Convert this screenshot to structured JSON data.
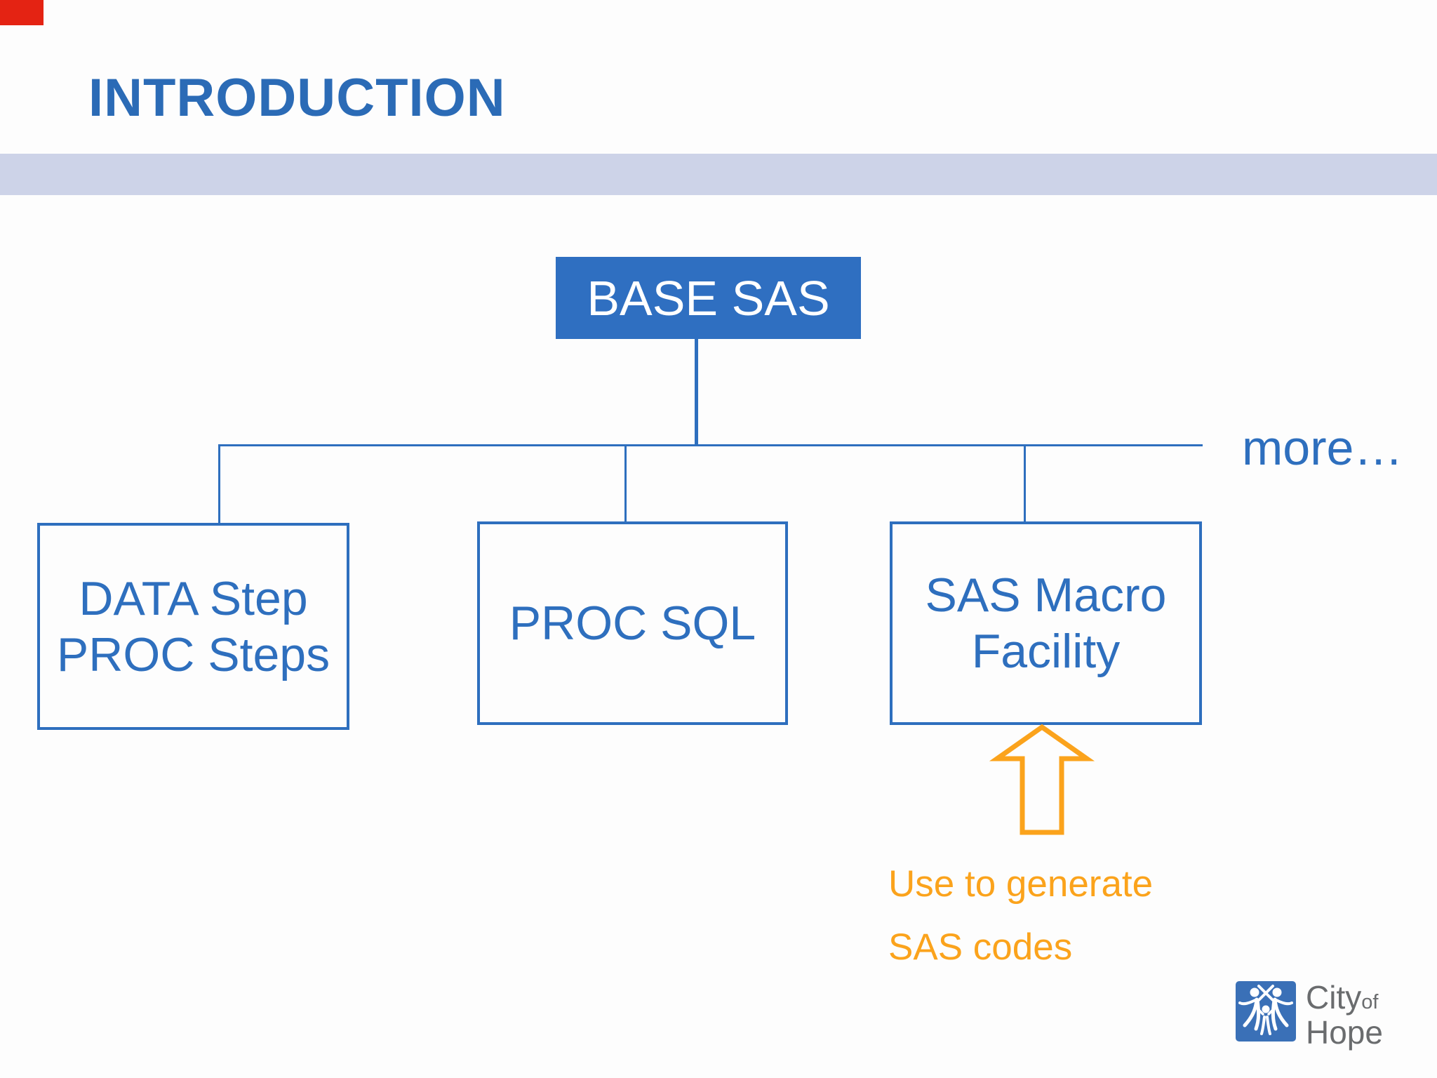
{
  "slide": {
    "title": "INTRODUCTION",
    "colors": {
      "title_blue": "#2b6bb6",
      "box_fill_blue": "#2f6fc1",
      "line_blue": "#2e6fbe",
      "band_lavender": "#cdd3e8",
      "accent_orange": "#fba31c",
      "corner_red": "#e42313",
      "logo_blue": "#3a70b7",
      "logo_gray": "#6a6c6e"
    }
  },
  "diagram": {
    "root": {
      "label": "BASE SAS"
    },
    "children": [
      {
        "lines": [
          "DATA Step",
          "PROC Steps"
        ]
      },
      {
        "lines": [
          "PROC SQL"
        ]
      },
      {
        "lines": [
          "SAS Macro",
          "Facility"
        ]
      }
    ],
    "more_label": "more…"
  },
  "annotation": {
    "arrow_icon": "up-block-arrow",
    "lines": [
      "Use to generate",
      "SAS codes"
    ]
  },
  "logo": {
    "city": "City",
    "of": "of",
    "hope": "Hope",
    "mark_icon": "city-of-hope-figures"
  }
}
